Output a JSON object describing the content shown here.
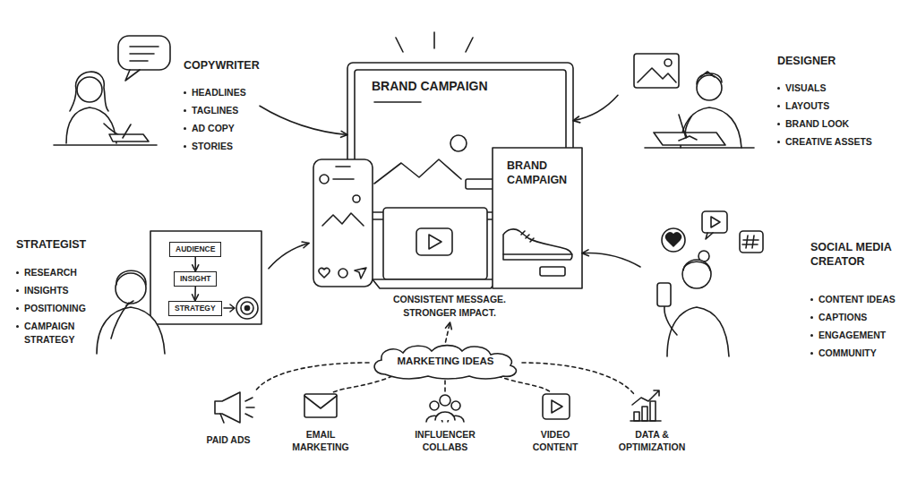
{
  "diagram": {
    "nodes": [
      {
        "text": [
          "COPYWRITER",
          "HEADLINES",
          "TAGLINES",
          "AD COPY",
          "STORIES"
        ]
      },
      {
        "text": [
          "CONSISTENT MESSAGE. STRONGER IMPACT."
        ]
      },
      {
        "text": [
          "BRAND CAMPAIGN"
        ],
        "in": 1
      },
      {
        "text": [
          "BRAND CAMPAIGN"
        ],
        "in": 1
      },
      {
        "text": [
          "DESIGNER",
          "VISUALS",
          "LAYOUTS",
          "BRAND LOOK",
          "CREATIVE ASSETS"
        ]
      },
      {
        "text": [
          "STRATEGIST",
          "RESEARCH",
          "INSIGHTS",
          "POSITIONING",
          "CAMPAIGN STRATEGY"
        ]
      },
      {
        "text": [
          "AUDIENCE"
        ],
        "in": 5
      },
      {
        "text": [
          "INSIGHT"
        ],
        "in": 5
      },
      {
        "text": [
          "STRATEGY"
        ],
        "in": 5
      },
      {
        "text": [
          "SOCIAL MEDIA CREATOR",
          "CONTENT IDEAS",
          "CAPTIONS",
          "ENGAGEMENT",
          "COMMUNITY"
        ]
      },
      {
        "text": [
          "MARKETING IDEAS"
        ]
      }
    ],
    "edges": [
      {
        "from": 0,
        "to": 2,
        "arrow": "to"
      },
      {
        "from": 4,
        "to": 2,
        "arrow": "to"
      },
      {
        "from": 5,
        "to": 1,
        "arrow": "to"
      },
      {
        "from": 9,
        "to": 3,
        "arrow": "to"
      },
      {
        "from": 6,
        "to": 7,
        "arrow": "to"
      },
      {
        "from": 7,
        "to": 8,
        "arrow": "to"
      },
      {
        "from": 10,
        "to": 1,
        "arrow": "to"
      }
    ],
    "labels": [
      "PAID ADS",
      "EMAIL MARKETING",
      "INFLUENCER COLLABS",
      "VIDEO CONTENT",
      "DATA & OPTIMIZATION"
    ]
  }
}
